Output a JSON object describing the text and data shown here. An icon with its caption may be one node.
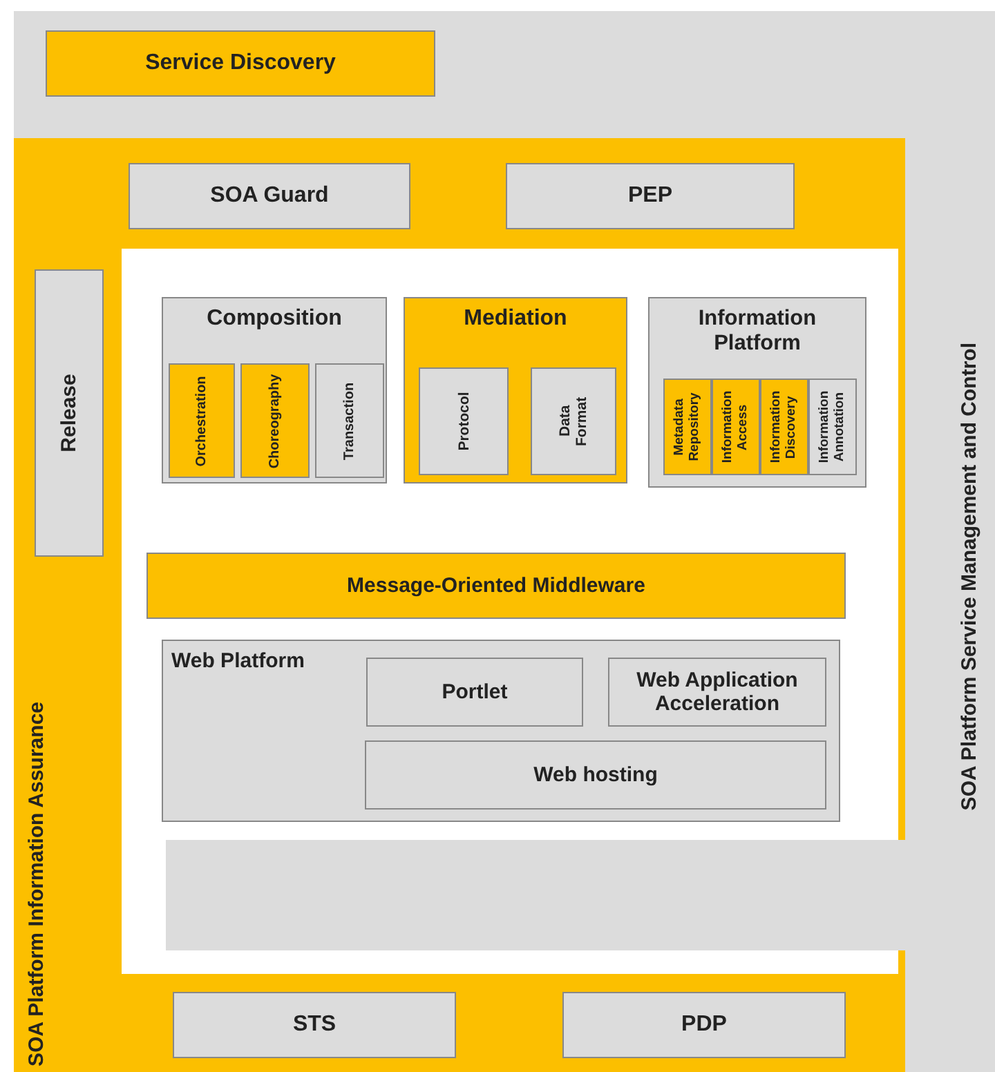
{
  "diagram": {
    "nodes": [
      {
        "text": [
          "SOA Platform Service Management and Control"
        ]
      },
      {
        "text": [
          "Service Discovery"
        ],
        "in": 0
      },
      {
        "text": [
          "SOA Platform Information Assurance"
        ],
        "in": 0
      },
      {
        "text": [
          "SOA Guard"
        ],
        "in": 2
      },
      {
        "text": [
          "PEP"
        ],
        "in": 2
      },
      {
        "text": [
          "Release"
        ],
        "in": 2
      },
      {
        "text": [
          "Composition"
        ],
        "in": 2
      },
      {
        "text": [
          "Orchestration"
        ],
        "in": 6
      },
      {
        "text": [
          "Choreography"
        ],
        "in": 6
      },
      {
        "text": [
          "Transaction"
        ],
        "in": 6
      },
      {
        "text": [
          "Mediation"
        ],
        "in": 2
      },
      {
        "text": [
          "Protocol"
        ],
        "in": 10
      },
      {
        "text": [
          "Data Format"
        ],
        "in": 10
      },
      {
        "text": [
          "Information Platform"
        ],
        "in": 2
      },
      {
        "text": [
          "Metadata Repository"
        ],
        "in": 13
      },
      {
        "text": [
          "Information Access"
        ],
        "in": 13
      },
      {
        "text": [
          "Information Discovery"
        ],
        "in": 13
      },
      {
        "text": [
          "Information Annotation"
        ],
        "in": 13
      },
      {
        "text": [
          "Message-Oriented Middleware"
        ],
        "in": 2
      },
      {
        "text": [
          "Web Platform"
        ],
        "in": 2
      },
      {
        "text": [
          "Portlet"
        ],
        "in": 19
      },
      {
        "text": [
          "Web Application Acceleration"
        ],
        "in": 19
      },
      {
        "text": [
          "Web hosting"
        ],
        "in": 19
      },
      {
        "text": [
          "STS"
        ],
        "in": 2
      },
      {
        "text": [
          "PDP"
        ],
        "in": 2
      },
      {
        "text": [],
        "shape": "bar",
        "in": 2
      }
    ],
    "edges": []
  }
}
